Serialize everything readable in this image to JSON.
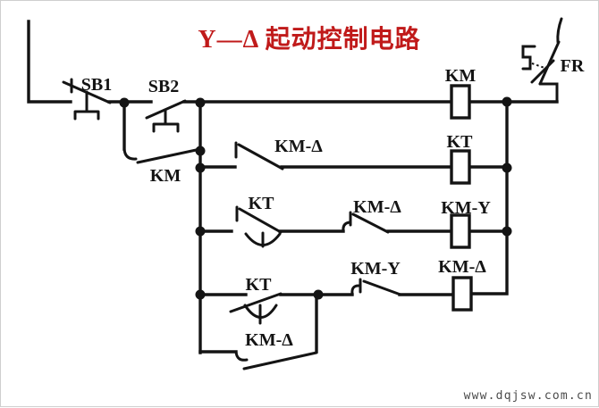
{
  "title": "Y—Δ 起动控制电路",
  "watermark": "www.dqjsw.com.cn",
  "colors": {
    "line": "#141414",
    "title": "#c01a1a",
    "watermark": "#4a4a4a",
    "background": "#ffffff"
  },
  "components": {
    "sb1": {
      "label": "SB1",
      "type": "stop-button-NC"
    },
    "sb2": {
      "label": "SB2",
      "type": "start-button-NO"
    },
    "km_aux_contact": {
      "label": "KM",
      "type": "self-hold-contact-NO"
    },
    "km_coil": {
      "label": "KM",
      "type": "contactor-coil"
    },
    "fr": {
      "label": "FR",
      "type": "thermal-overload-NC"
    },
    "km_delta_row2": {
      "label": "KM-Δ",
      "type": "interlock-contact-NC"
    },
    "kt_coil": {
      "label": "KT",
      "type": "time-relay-coil"
    },
    "kt_row3": {
      "label": "KT",
      "type": "time-delay-contact-NC"
    },
    "km_delta_row3": {
      "label": "KM-Δ",
      "type": "interlock-contact-NC"
    },
    "km_y_coil": {
      "label": "KM-Y",
      "type": "contactor-coil"
    },
    "kt_row4": {
      "label": "KT",
      "type": "time-delay-contact-NO"
    },
    "km_y_row4": {
      "label": "KM-Y",
      "type": "interlock-contact-NC"
    },
    "km_delta_coil": {
      "label": "KM-Δ",
      "type": "contactor-coil"
    },
    "km_delta_selfhold": {
      "label": "KM-Δ",
      "type": "self-hold-contact-NO"
    }
  }
}
